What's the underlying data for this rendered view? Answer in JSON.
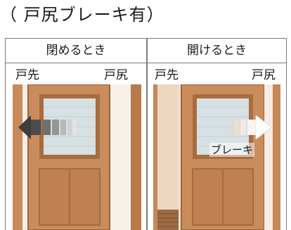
{
  "title": "（ 戸尻ブレーキ有）",
  "panels": [
    {
      "heading": "閉めるとき",
      "label_left": "戸先",
      "label_right": "戸尻",
      "arrow": "left-arrow-icon"
    },
    {
      "heading": "開けるとき",
      "label_left": "戸先",
      "label_right": "戸尻",
      "arrow": "right-arrow-icon",
      "brake_label": "ブレーキ"
    }
  ],
  "colors": {
    "door_wood": "#c98d5d",
    "frame_wood": "#b67444",
    "wall": "#f2e2d4",
    "glass": "#d9e2e4",
    "arrow_dark": "#3e3e3e"
  }
}
